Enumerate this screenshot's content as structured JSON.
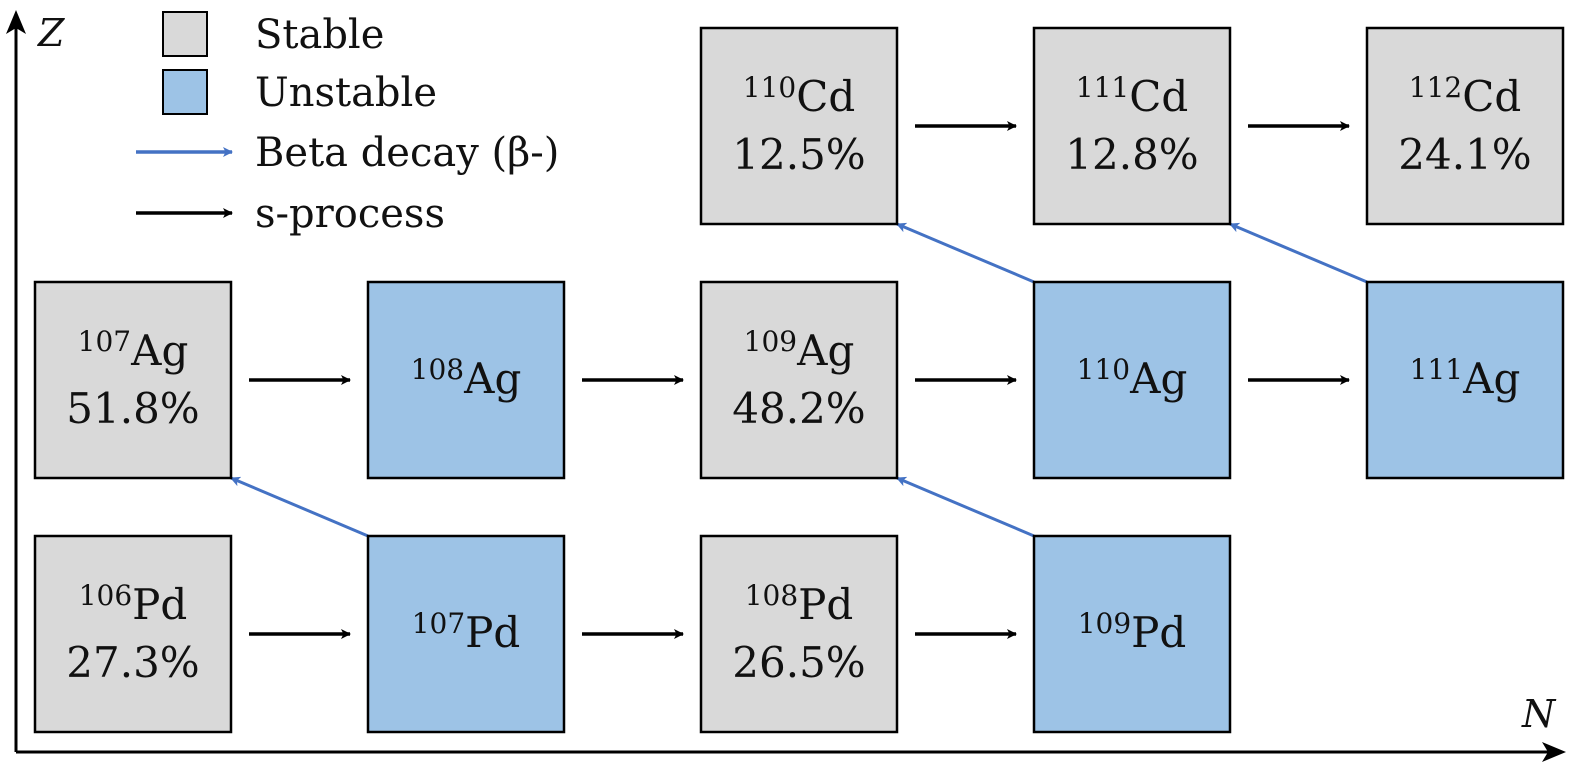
{
  "axes": {
    "x_label": "N",
    "y_label": "Z"
  },
  "colors": {
    "stable": "#d9d9d9",
    "unstable": "#9dc3e6",
    "beta": "#4472c4",
    "s_process": "#000000",
    "border": "#000000"
  },
  "legend": [
    {
      "kind": "stable-swatch",
      "label": "Stable"
    },
    {
      "kind": "unstable-swatch",
      "label": "Unstable"
    },
    {
      "kind": "beta-arrow",
      "label": "Beta decay (β-)"
    },
    {
      "kind": "s-arrow",
      "label": "s-process"
    }
  ],
  "nuclides": [
    {
      "id": "cd110",
      "mass": "110",
      "element": "Cd",
      "abundance": "12.5%",
      "stable": true
    },
    {
      "id": "cd111",
      "mass": "111",
      "element": "Cd",
      "abundance": "12.8%",
      "stable": true
    },
    {
      "id": "cd112",
      "mass": "112",
      "element": "Cd",
      "abundance": "24.1%",
      "stable": true
    },
    {
      "id": "ag107",
      "mass": "107",
      "element": "Ag",
      "abundance": "51.8%",
      "stable": true
    },
    {
      "id": "ag108",
      "mass": "108",
      "element": "Ag",
      "abundance": "",
      "stable": false
    },
    {
      "id": "ag109",
      "mass": "109",
      "element": "Ag",
      "abundance": "48.2%",
      "stable": true
    },
    {
      "id": "ag110",
      "mass": "110",
      "element": "Ag",
      "abundance": "",
      "stable": false
    },
    {
      "id": "ag111",
      "mass": "111",
      "element": "Ag",
      "abundance": "",
      "stable": false
    },
    {
      "id": "pd106",
      "mass": "106",
      "element": "Pd",
      "abundance": "27.3%",
      "stable": true
    },
    {
      "id": "pd107",
      "mass": "107",
      "element": "Pd",
      "abundance": "",
      "stable": false
    },
    {
      "id": "pd108",
      "mass": "108",
      "element": "Pd",
      "abundance": "26.5%",
      "stable": true
    },
    {
      "id": "pd109",
      "mass": "109",
      "element": "Pd",
      "abundance": "",
      "stable": false
    }
  ],
  "s_process_links": [
    [
      "cd110",
      "cd111"
    ],
    [
      "cd111",
      "cd112"
    ],
    [
      "ag107",
      "ag108"
    ],
    [
      "ag108",
      "ag109"
    ],
    [
      "ag109",
      "ag110"
    ],
    [
      "ag110",
      "ag111"
    ],
    [
      "pd106",
      "pd107"
    ],
    [
      "pd107",
      "pd108"
    ],
    [
      "pd108",
      "pd109"
    ]
  ],
  "beta_links": [
    [
      "pd107",
      "ag107"
    ],
    [
      "pd109",
      "ag109"
    ],
    [
      "ag110",
      "cd110"
    ],
    [
      "ag111",
      "cd111"
    ]
  ]
}
